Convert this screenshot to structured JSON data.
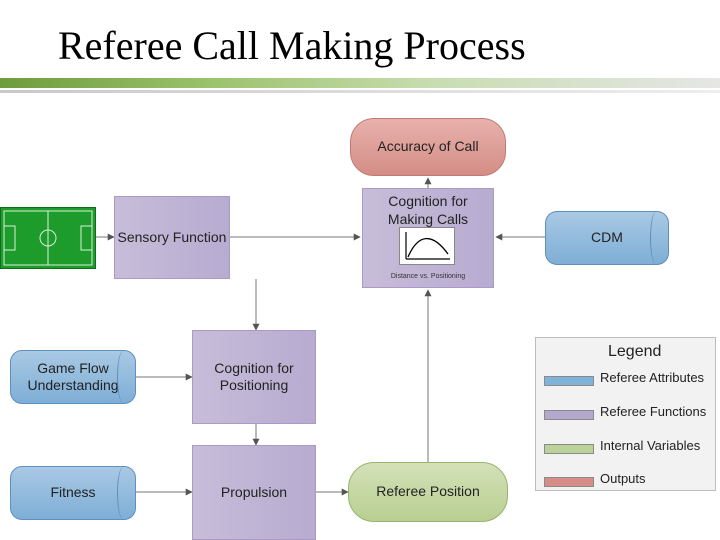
{
  "slide": {
    "title": "Referee Call Making Process"
  },
  "diagram": {
    "accuracy_of_call": "Accuracy of Call",
    "cognition_calls": {
      "line1": "Cognition for",
      "line2": "Making Calls",
      "caption": "Distance vs. Positioning"
    },
    "cdm": "CDM",
    "sensory_function": "Sensory Function",
    "game_flow": {
      "line1": "Game Flow",
      "line2": "Understanding"
    },
    "cognition_positioning": {
      "line1": "Cognition for",
      "line2": "Positioning"
    },
    "fitness": "Fitness",
    "propulsion": "Propulsion",
    "referee_position": "Referee Position"
  },
  "legend": {
    "title": "Legend",
    "items": [
      {
        "label": "Referee Attributes",
        "color": "#7fb3d9"
      },
      {
        "label": "Referee Functions",
        "color": "#b4a8cf"
      },
      {
        "label": "Internal Variables",
        "color": "#b9d39a"
      },
      {
        "label": "Outputs",
        "color": "#d68c87"
      }
    ]
  },
  "colors": {
    "attribute": "#7eaed6",
    "function": "#b7abd0",
    "internal_variable": "#b8cf92",
    "output": "#d48d86",
    "field": "#1d9b2b",
    "title_bar": "#6d9c3c"
  }
}
